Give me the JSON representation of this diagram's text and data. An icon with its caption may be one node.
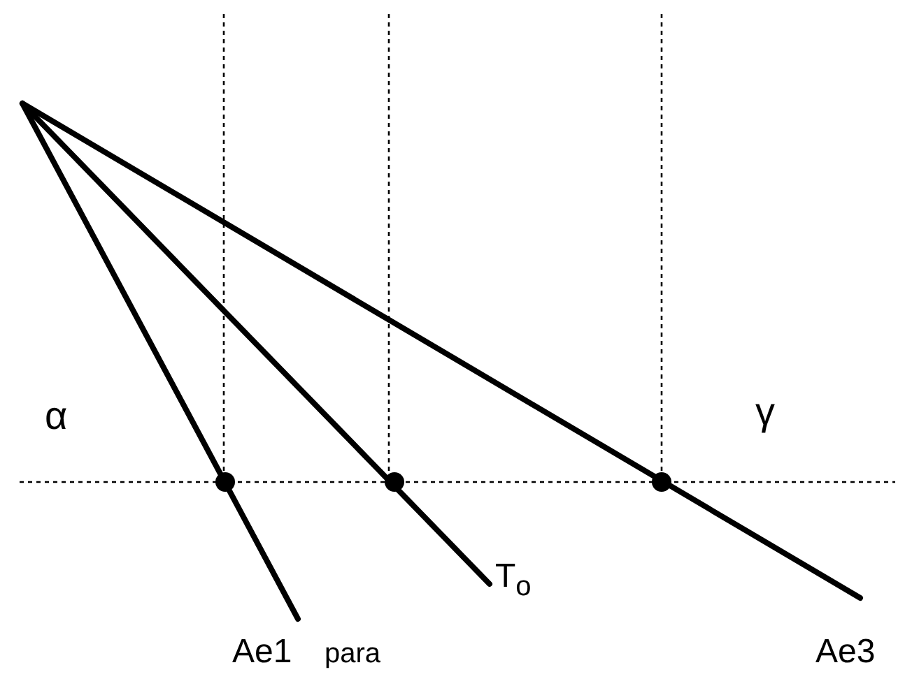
{
  "diagram": {
    "labels": [
      "α",
      "γ",
      "Ae1",
      "para",
      "T$_{o}$",
      "Ae3"
    ]
  }
}
